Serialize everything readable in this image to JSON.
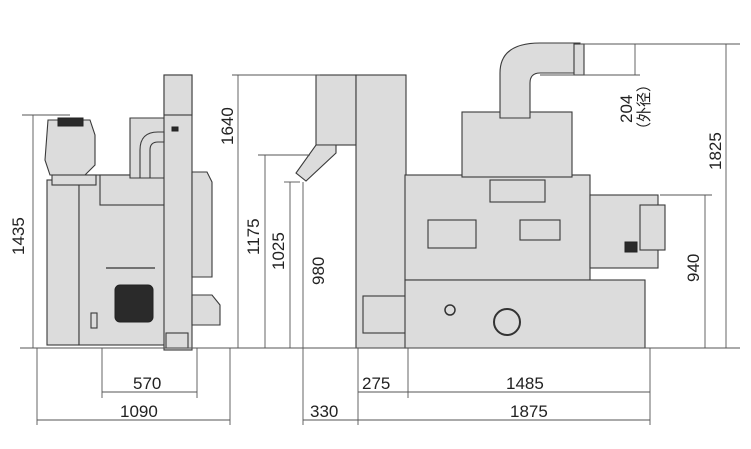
{
  "drawing": {
    "side_view": {
      "height_total": "1435",
      "width_inner": "570",
      "width_total": "1090"
    },
    "front_view": {
      "height_elevator": "1640",
      "height_hopper_top": "1175",
      "height_hopper_inlet": "1025",
      "height_outlet": "980",
      "duct_diameter": "204",
      "duct_diameter_note": "（外径）",
      "height_total": "1825",
      "height_body": "940",
      "offset_front": "275",
      "length_base": "1485",
      "offset_left": "330",
      "length_total": "1875"
    }
  }
}
